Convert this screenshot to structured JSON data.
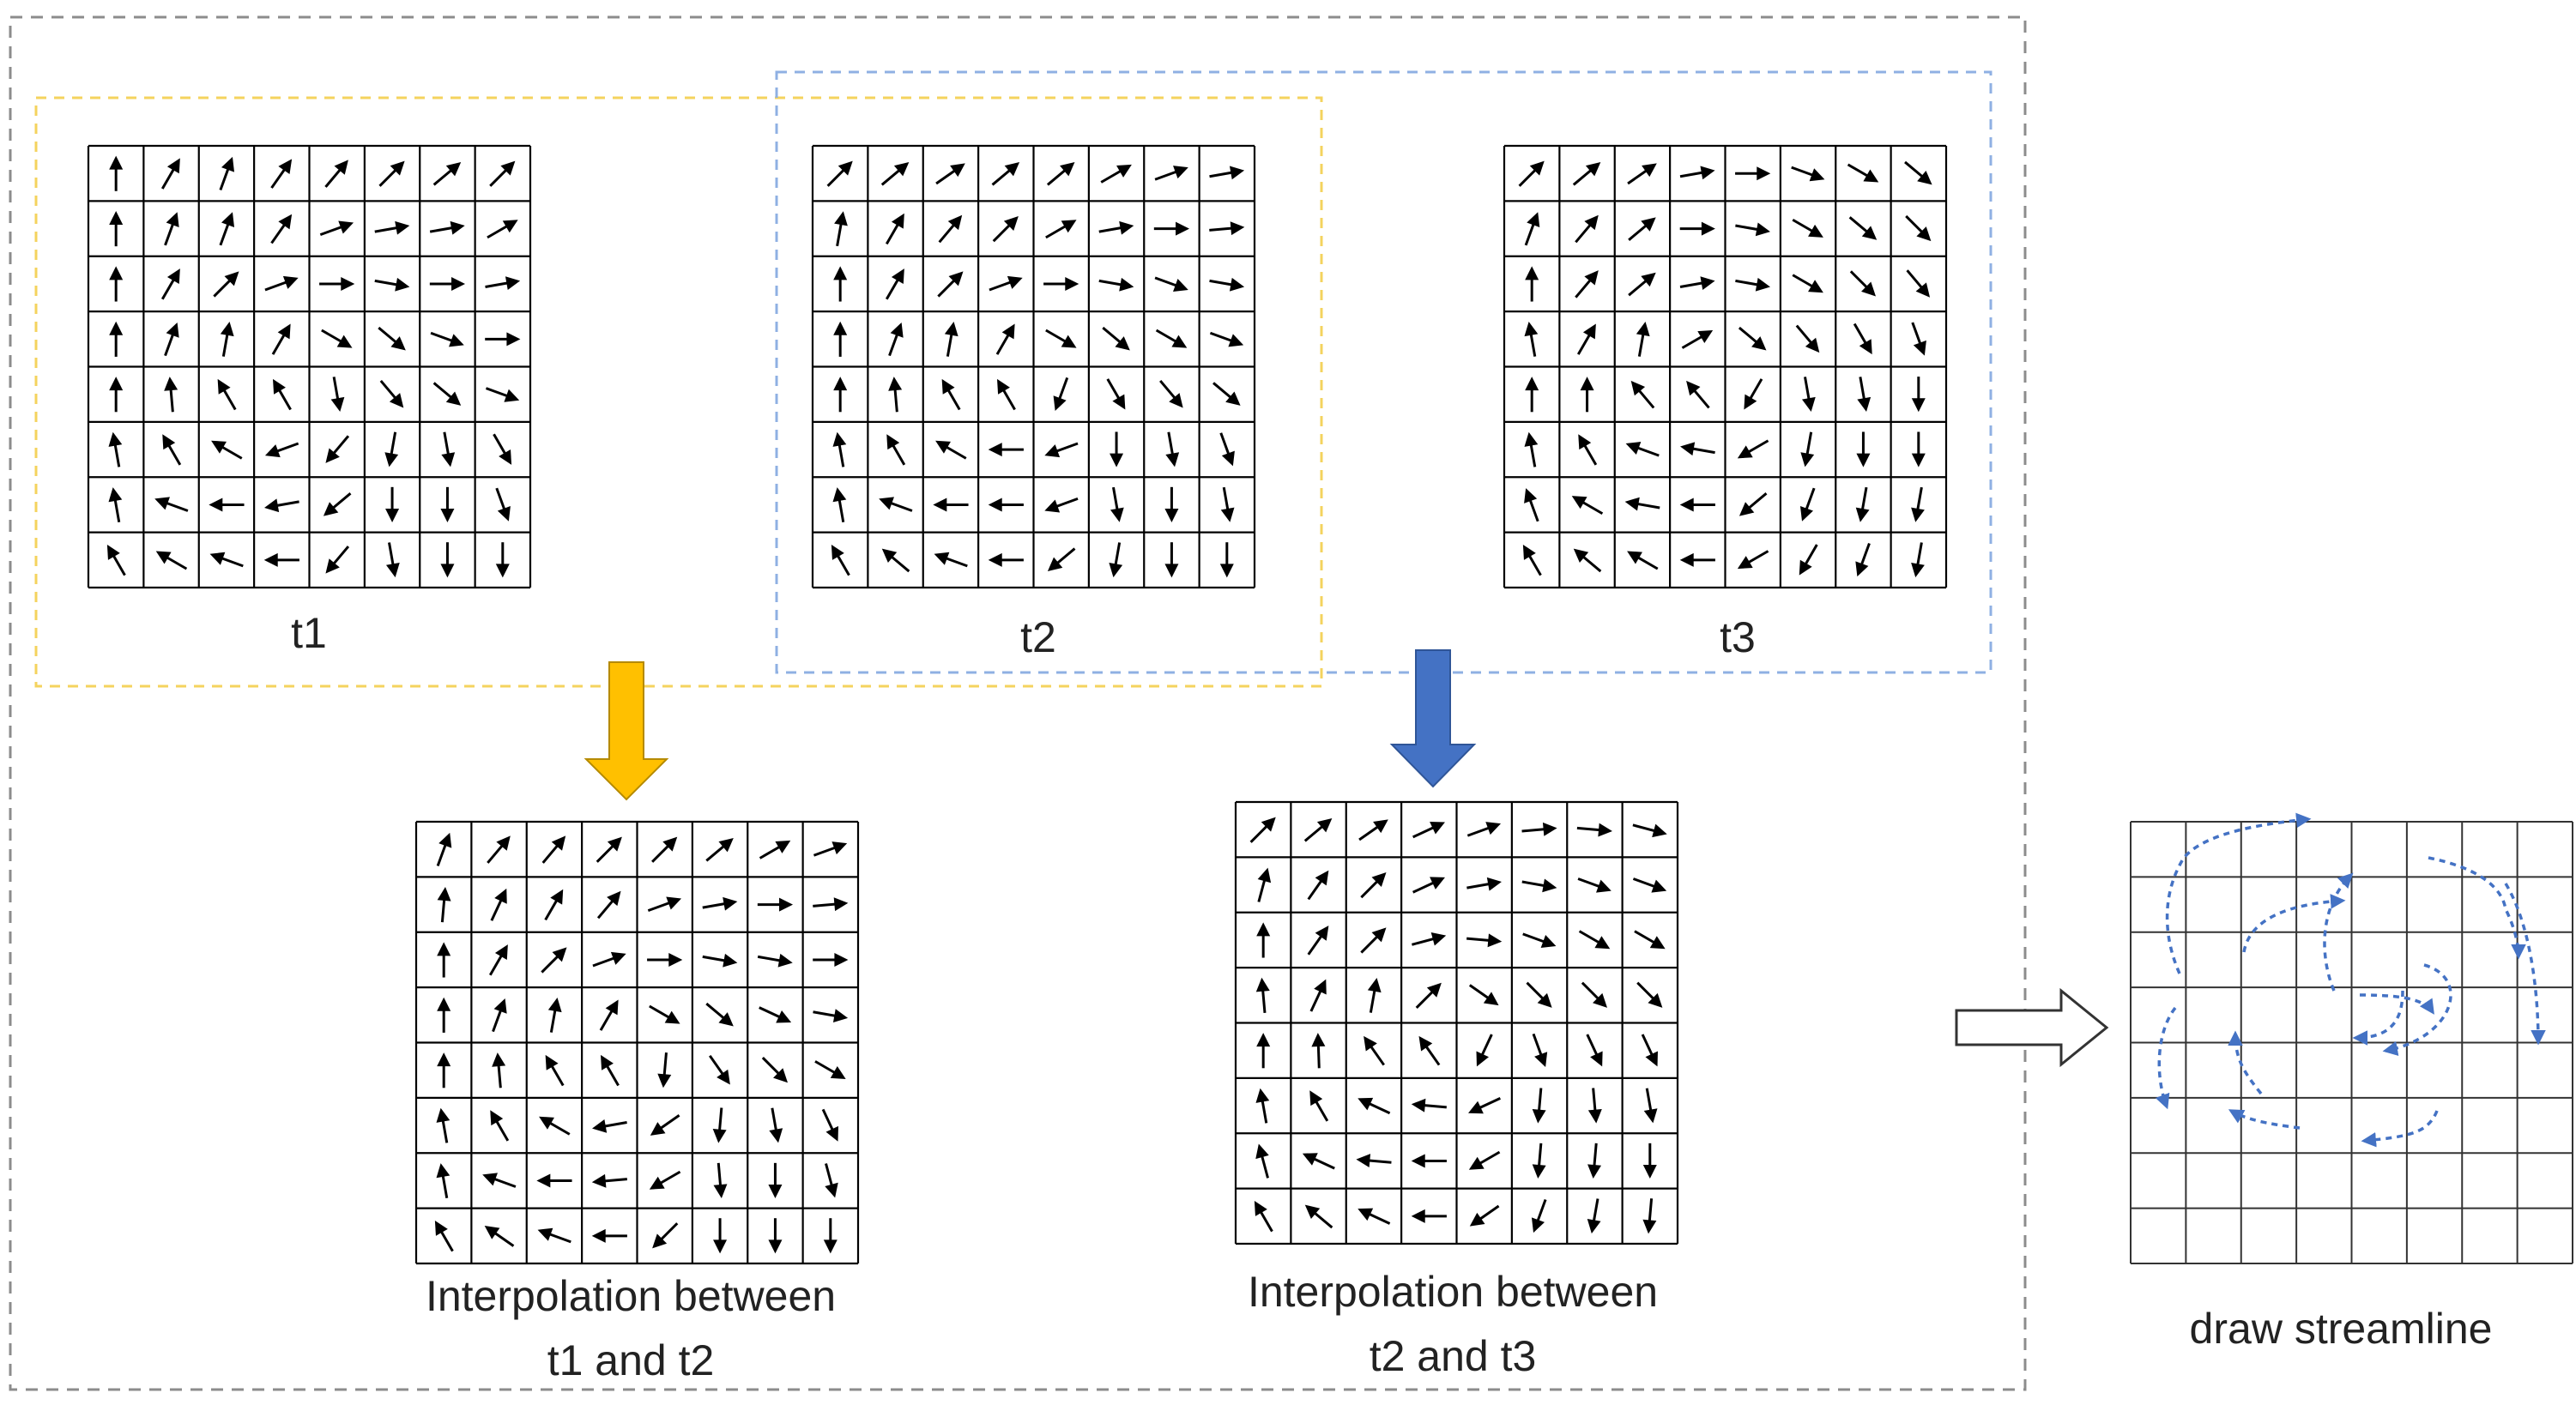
{
  "labels": {
    "t1": "t1",
    "t2": "t2",
    "t3": "t3",
    "interp12_line1": "Interpolation between",
    "interp12_line2": "t1 and t2",
    "interp23_line1": "Interpolation between",
    "interp23_line2": "t2 and t3",
    "streamline": "draw streamline"
  },
  "colors": {
    "frame": "#8c8c8c",
    "yellow_group": "#f4d35e",
    "blue_group": "#8fb0e3",
    "yellow_arrow": "#ffc000",
    "blue_arrow": "#4472c4",
    "streamline": "#4472c4",
    "vector": "#000000",
    "grid": "#000000"
  },
  "grid_size": 8,
  "fields": {
    "t1": [
      [
        90,
        60,
        70,
        55,
        50,
        45,
        40,
        45
      ],
      [
        90,
        70,
        70,
        55,
        20,
        10,
        10,
        30
      ],
      [
        90,
        60,
        45,
        20,
        0,
        -10,
        0,
        10
      ],
      [
        90,
        70,
        80,
        60,
        -30,
        -40,
        -20,
        0
      ],
      [
        90,
        95,
        120,
        120,
        -80,
        -50,
        -40,
        -20
      ],
      [
        100,
        120,
        150,
        200,
        230,
        -100,
        -80,
        -60
      ],
      [
        100,
        160,
        180,
        190,
        220,
        -90,
        -90,
        -70
      ],
      [
        120,
        150,
        160,
        180,
        230,
        -80,
        -90,
        -90
      ]
    ],
    "t2": [
      [
        45,
        40,
        35,
        40,
        40,
        30,
        20,
        10
      ],
      [
        80,
        60,
        50,
        45,
        30,
        10,
        0,
        5
      ],
      [
        90,
        60,
        45,
        20,
        0,
        -10,
        -20,
        -10
      ],
      [
        90,
        70,
        80,
        60,
        -30,
        -40,
        -30,
        -20
      ],
      [
        90,
        95,
        120,
        120,
        -110,
        -60,
        -50,
        -40
      ],
      [
        100,
        120,
        150,
        180,
        200,
        -90,
        -80,
        -70
      ],
      [
        100,
        160,
        180,
        180,
        200,
        -80,
        -90,
        -80
      ],
      [
        120,
        140,
        160,
        180,
        220,
        -100,
        -90,
        -90
      ]
    ],
    "t3": [
      [
        45,
        40,
        35,
        10,
        0,
        -20,
        -30,
        -40
      ],
      [
        70,
        50,
        40,
        0,
        -10,
        -30,
        -40,
        -45
      ],
      [
        90,
        50,
        40,
        10,
        -10,
        -30,
        -45,
        -50
      ],
      [
        100,
        60,
        80,
        30,
        -40,
        -50,
        -60,
        -70
      ],
      [
        90,
        90,
        130,
        130,
        -120,
        -80,
        -80,
        -90
      ],
      [
        100,
        120,
        160,
        170,
        210,
        -100,
        -90,
        -90
      ],
      [
        110,
        150,
        170,
        180,
        220,
        -110,
        -100,
        -100
      ],
      [
        120,
        140,
        150,
        180,
        210,
        -120,
        -110,
        -100
      ]
    ],
    "interp12": [
      [
        70,
        50,
        50,
        45,
        45,
        40,
        30,
        20
      ],
      [
        85,
        65,
        60,
        50,
        20,
        10,
        0,
        5
      ],
      [
        90,
        60,
        45,
        20,
        0,
        -10,
        -10,
        0
      ],
      [
        90,
        70,
        80,
        60,
        -30,
        -40,
        -25,
        -10
      ],
      [
        90,
        95,
        120,
        120,
        -95,
        -55,
        -45,
        -30
      ],
      [
        100,
        120,
        150,
        190,
        215,
        -95,
        -80,
        -65
      ],
      [
        100,
        160,
        180,
        185,
        210,
        -85,
        -90,
        -75
      ],
      [
        120,
        145,
        160,
        180,
        225,
        -90,
        -90,
        -90
      ]
    ],
    "interp23": [
      [
        45,
        40,
        35,
        25,
        20,
        5,
        -5,
        -15
      ],
      [
        75,
        55,
        45,
        25,
        10,
        -10,
        -20,
        -20
      ],
      [
        90,
        55,
        45,
        15,
        -5,
        -20,
        -30,
        -30
      ],
      [
        95,
        65,
        80,
        45,
        -35,
        -45,
        -45,
        -45
      ],
      [
        90,
        92,
        125,
        125,
        -115,
        -70,
        -65,
        -65
      ],
      [
        100,
        120,
        155,
        175,
        205,
        -95,
        -85,
        -80
      ],
      [
        105,
        155,
        175,
        180,
        210,
        -95,
        -95,
        -90
      ],
      [
        120,
        140,
        155,
        180,
        215,
        -110,
        -100,
        -95
      ]
    ]
  },
  "streamlines": [
    "M 2540 1135 C 2520 1090 2520 1040 2545 1000 C 2570 970 2640 960 2690 955",
    "M 2615 1110 C 2620 1080 2650 1055 2730 1050",
    "M 2830 1000 C 2880 1010 2915 1030 2920 1060 C 2930 1080 2935 1100 2935 1115",
    "M 2920 1030 C 2950 1080 2958 1160 2958 1215",
    "M 2720 1155 C 2705 1120 2700 1060 2740 1020",
    "M 2750 1160 C 2800 1160 2825 1165 2835 1180",
    "M 2800 1155 C 2800 1185 2790 1210 2745 1210",
    "M 2825 1125 C 2880 1140 2860 1210 2780 1225",
    "M 2535 1175 C 2515 1200 2510 1250 2525 1290",
    "M 2635 1275 C 2615 1250 2605 1235 2605 1205",
    "M 2680 1315 C 2640 1310 2618 1305 2600 1295",
    "M 2840 1295 C 2830 1320 2810 1325 2755 1330"
  ]
}
